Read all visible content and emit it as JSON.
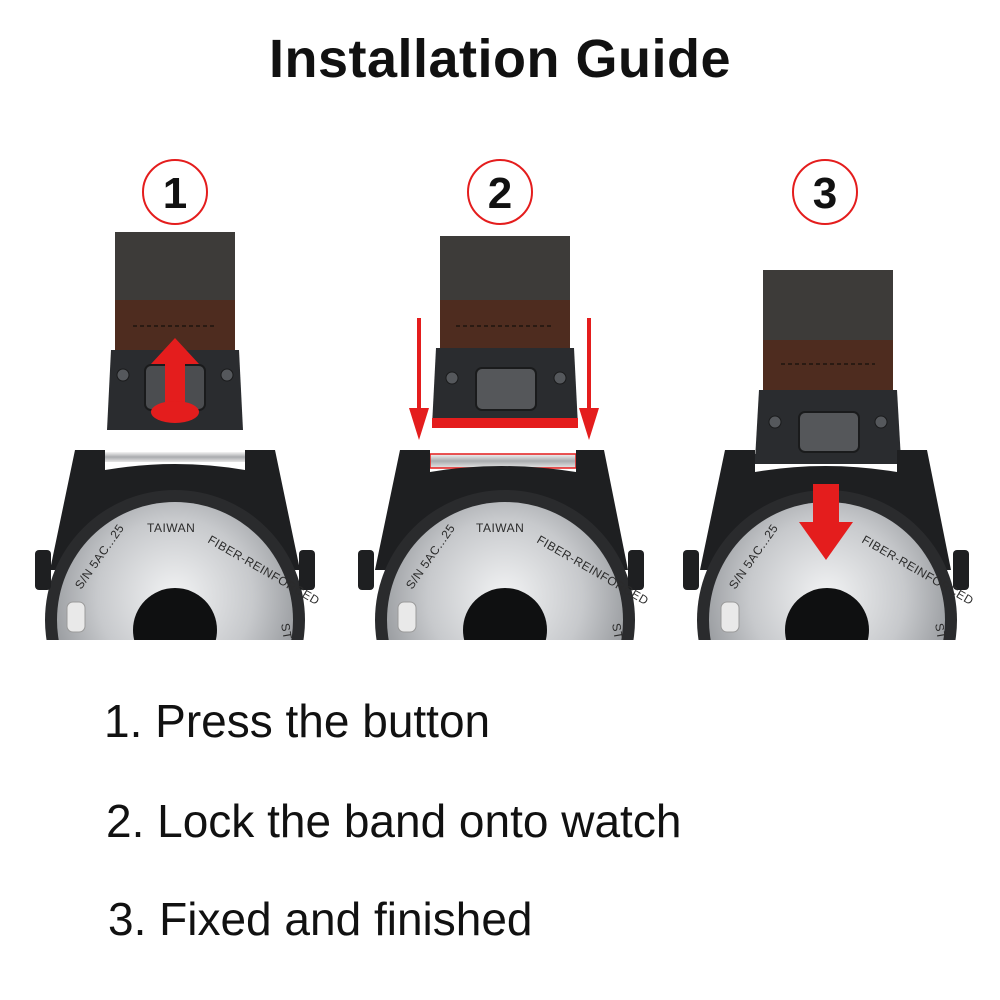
{
  "title": "Installation Guide",
  "steps": [
    {
      "number": "1",
      "text": "1. Press the button"
    },
    {
      "number": "2",
      "text": "2. Lock the band onto watch"
    },
    {
      "number": "3",
      "text": "3. Fixed and finished"
    }
  ],
  "watch_engraving": {
    "country": "TAIWAN",
    "material": "FIBER-REINFORCED",
    "serial": "S/N 5AC...25",
    "edge": "ST"
  },
  "colors": {
    "accent_red": "#e41d1d",
    "leather_dark": "#3d3b39",
    "leather_brown": "#4e2c1f",
    "metal_dark": "#2a2c2f",
    "steel_light": "#d9dadc",
    "steel_mid": "#9fa2a6"
  }
}
